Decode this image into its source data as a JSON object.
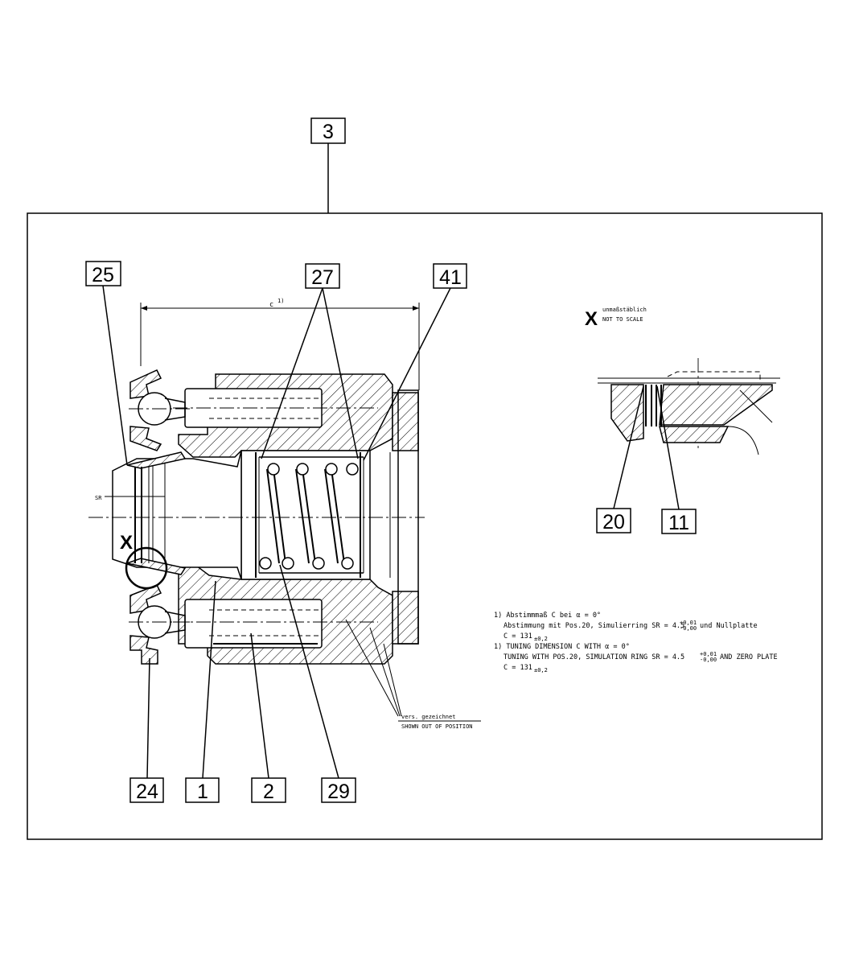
{
  "callouts": {
    "c3": "3",
    "c25": "25",
    "c27": "27",
    "c41": "41",
    "c20": "20",
    "c11": "11",
    "c24": "24",
    "c1": "1",
    "c2": "2",
    "c29": "29"
  },
  "dimension_c": "c",
  "footnote_mark": "1)",
  "sr_label": "SR",
  "detail_letter": "X",
  "detail_view_letter": "X",
  "detail_scale_de": "unmaßstäblich",
  "detail_scale_en": "NOT TO SCALE",
  "notes": {
    "de_line1": "1)  Abstimmmaß C bei α = 0°",
    "de_line2": "Abstimmung mit Pos.20, Simulierring SR = 4.5",
    "de_line2_tol_upper": "+0,01",
    "de_line2_tol_lower": "-0,00",
    "de_line2_end": "und Nullplatte",
    "de_line3": "C = 131",
    "de_line3_tol": "±0,2",
    "en_line1": "1)  TUNING DIMENSION C WITH α = 0°",
    "en_line2": "TUNING WITH POS.20, SIMULATION RING SR = 4.5",
    "en_line2_tol_upper": "+0,01",
    "en_line2_tol_lower": "-0,00",
    "en_line2_end": "AND ZERO PLATE",
    "en_line3": "C = 131",
    "en_line3_tol": "±0,2"
  },
  "position_note_de": "vers. gezeichnet",
  "position_note_en": "SHOWN OUT OF POSITION"
}
